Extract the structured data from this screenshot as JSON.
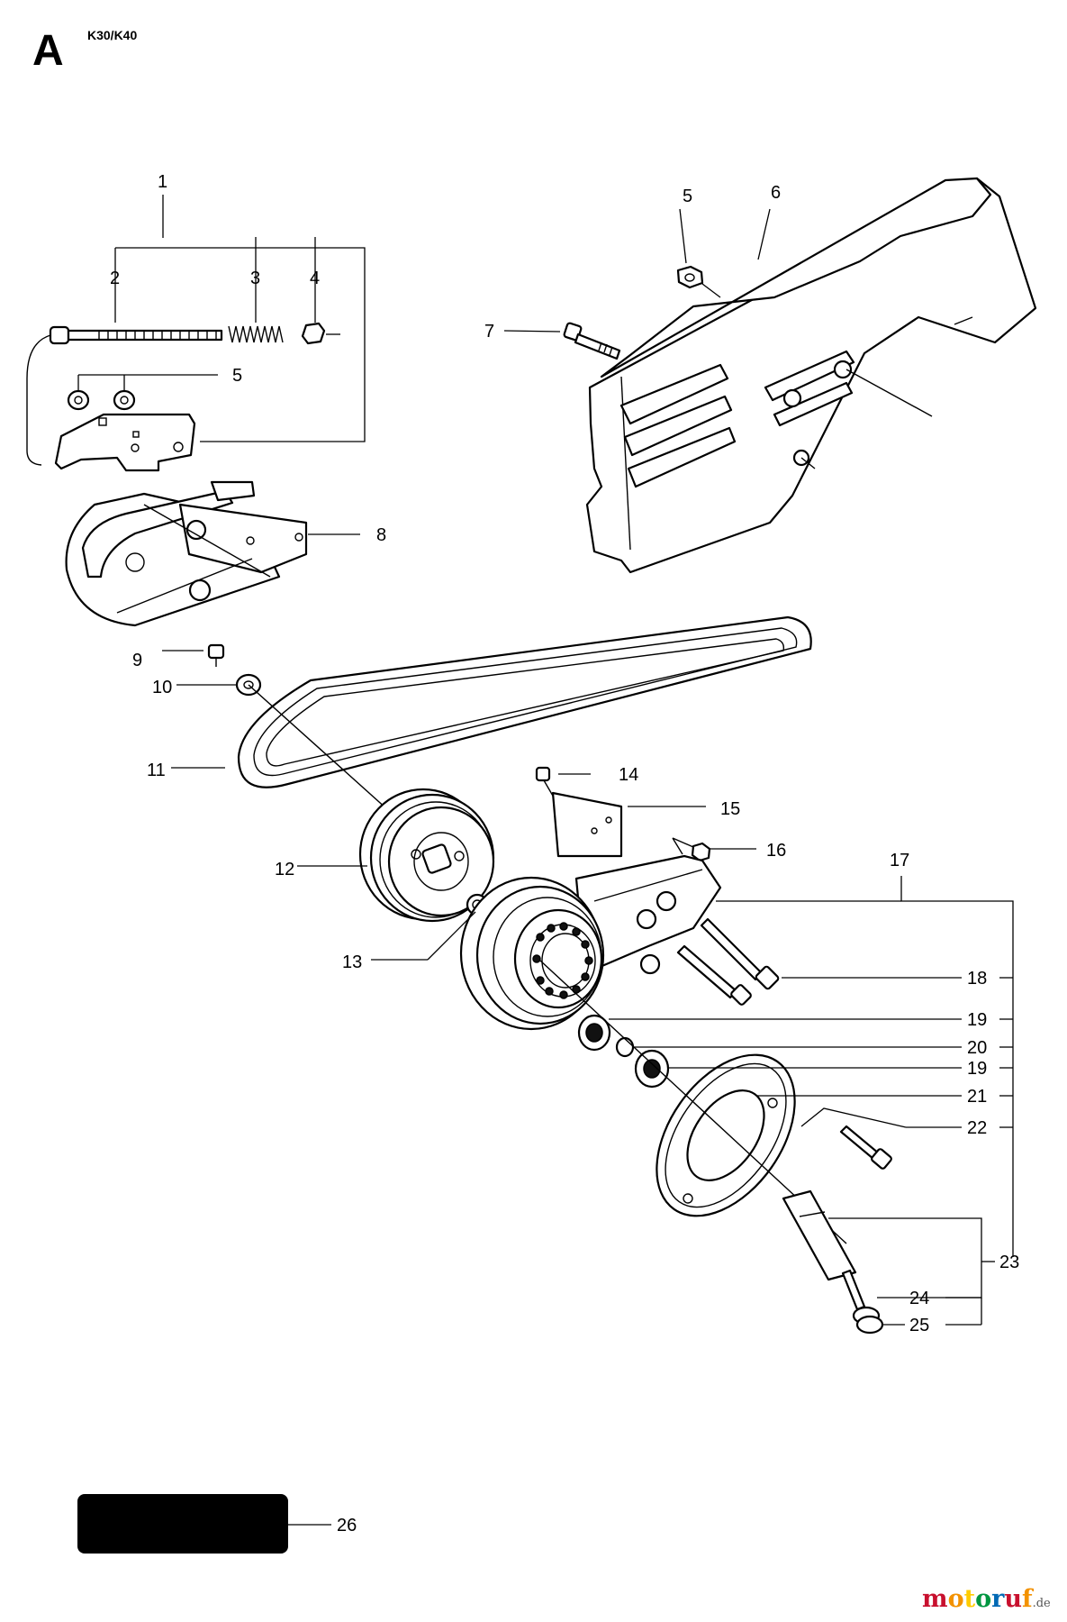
{
  "header": {
    "section": "A",
    "model": "K30/K40"
  },
  "callouts": [
    "1",
    "2",
    "3",
    "4",
    "5",
    "5",
    "6",
    "7",
    "8",
    "9",
    "10",
    "11",
    "12",
    "13",
    "14",
    "15",
    "16",
    "17",
    "18",
    "19",
    "20",
    "19",
    "21",
    "22",
    "23",
    "24",
    "25",
    "26"
  ],
  "watermark": {
    "letters": [
      "m",
      "o",
      "t",
      "o",
      "r",
      "u",
      "f"
    ],
    "colors": [
      "#c8102e",
      "#f39200",
      "#ffcc00",
      "#009640",
      "#0069b4",
      "#c8102e",
      "#f39200"
    ],
    "tld": ".de"
  }
}
